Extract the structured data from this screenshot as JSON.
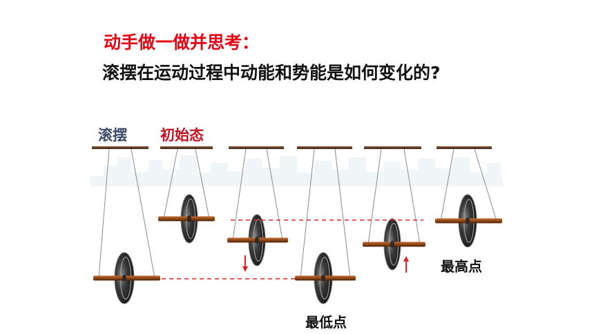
{
  "heading": {
    "line1": "动手做一做并思考：",
    "line2": "滚摆在运动过程中动能和势能是如何变化的?"
  },
  "labels": {
    "device": "滚摆",
    "initial_state": "初始态",
    "highest_point": "最高点",
    "lowest_point": "最低点"
  },
  "colors": {
    "heading_red": "#e60012",
    "heading_black": "#111111",
    "device_label": "#3b4a66",
    "initial_label": "#c1121f",
    "guide_line": "#e02020",
    "arrow": "#e02020",
    "bar": "#6b3a1e",
    "axle": "#a0522d",
    "disc_dark": "#2a2a2a",
    "disc_rim": "#8a8a8a",
    "string": "#888888",
    "backdrop": "#e3ecf3"
  },
  "diagram": {
    "frames": [
      {
        "stage": "lowest-left"
      },
      {
        "stage": "initial"
      },
      {
        "stage": "descending",
        "arrow": "down"
      },
      {
        "stage": "lowest"
      },
      {
        "stage": "ascending",
        "arrow": "up"
      },
      {
        "stage": "highest"
      }
    ]
  }
}
